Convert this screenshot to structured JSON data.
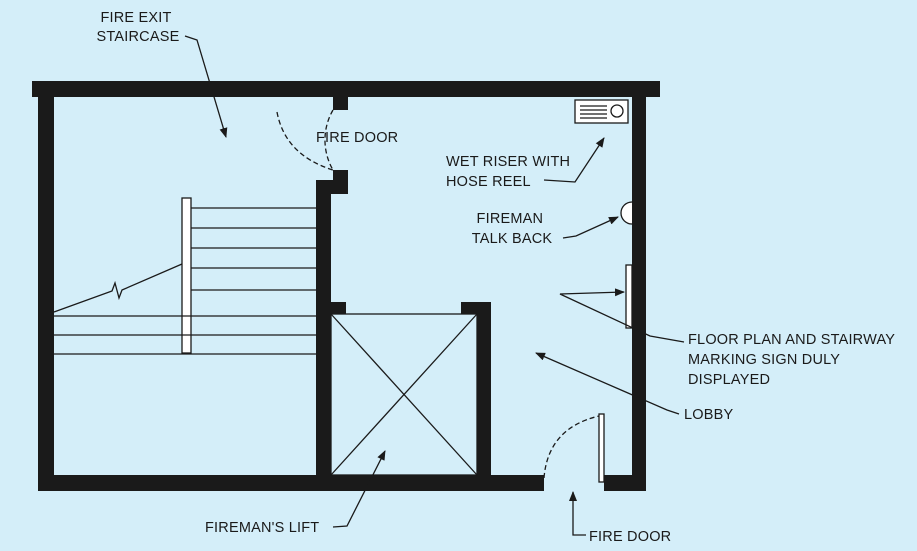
{
  "labels": {
    "fire_exit_staircase": [
      "FIRE EXIT",
      "STAIRCASE"
    ],
    "fire_door_top": "FIRE DOOR",
    "wet_riser": [
      "WET RISER WITH",
      "HOSE REEL"
    ],
    "fireman_talk_back": [
      "FIREMAN",
      "TALK BACK"
    ],
    "floor_plan_sign": [
      "FLOOR PLAN AND STAIRWAY",
      "MARKING SIGN DULY",
      "DISPLAYED"
    ],
    "lobby": "LOBBY",
    "fireman_lift": "FIREMAN'S LIFT",
    "fire_door_bottom": "FIRE DOOR"
  },
  "colors": {
    "background": "#d4eef9",
    "lines": "#1a1a1a"
  }
}
